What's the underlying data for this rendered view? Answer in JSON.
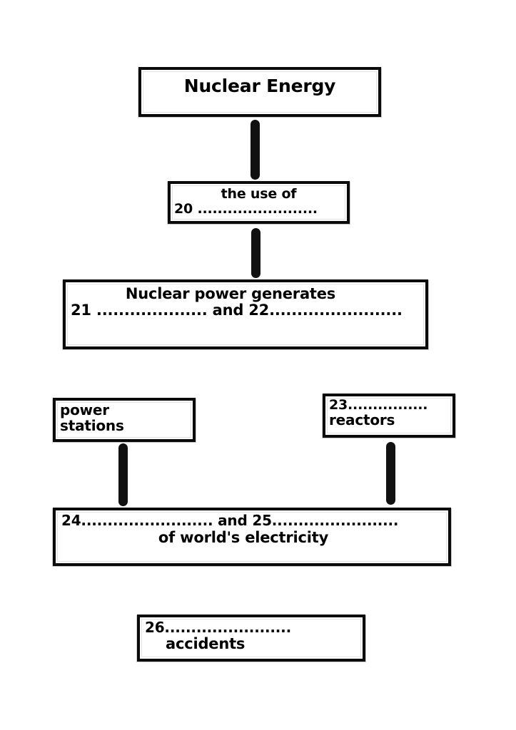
{
  "diagram": {
    "title": "Nuclear Energy flow chart gap-fill",
    "background_color": "#ffffff",
    "line_color": "#111111",
    "box_border_color": "#0a0a0a",
    "nodes": {
      "title": {
        "label": "Nuclear Energy"
      },
      "use_of": {
        "line1": "the use of",
        "line2": "20 ........................"
      },
      "generates": {
        "line1": "Nuclear power generates",
        "line2": "21 .................... and 22........................"
      },
      "power_stations": {
        "line1": "power",
        "line2": "stations"
      },
      "reactors": {
        "line1": "23................",
        "line2": "reactors"
      },
      "electricity": {
        "line1": "24......................... and 25........................",
        "line2": "of world's electricity"
      },
      "accidents": {
        "line1": "26........................",
        "line2": "accidents"
      }
    },
    "connectors": [
      {
        "name": "title-to-use-of",
        "kind": "vertical"
      },
      {
        "name": "use-of-to-generates",
        "kind": "vertical"
      },
      {
        "name": "generates-to-power-stations",
        "kind": "diagonal"
      },
      {
        "name": "generates-to-reactors",
        "kind": "diagonal"
      },
      {
        "name": "power-stations-to-electricity",
        "kind": "vertical"
      },
      {
        "name": "reactors-to-electricity",
        "kind": "vertical"
      },
      {
        "name": "electricity-to-accidents-left",
        "kind": "diagonal"
      },
      {
        "name": "electricity-to-accidents-right",
        "kind": "diagonal"
      }
    ]
  }
}
